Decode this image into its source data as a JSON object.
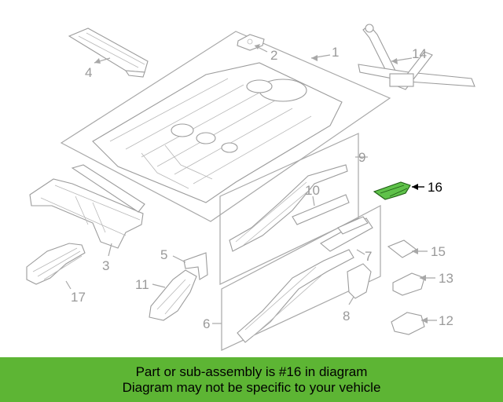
{
  "diagram": {
    "callouts": [
      {
        "id": "1",
        "label": "1"
      },
      {
        "id": "2",
        "label": "2"
      },
      {
        "id": "3",
        "label": "3"
      },
      {
        "id": "4",
        "label": "4"
      },
      {
        "id": "5",
        "label": "5"
      },
      {
        "id": "6",
        "label": "6"
      },
      {
        "id": "7",
        "label": "7"
      },
      {
        "id": "8",
        "label": "8"
      },
      {
        "id": "9",
        "label": "9"
      },
      {
        "id": "10",
        "label": "10"
      },
      {
        "id": "11",
        "label": "11"
      },
      {
        "id": "12",
        "label": "12"
      },
      {
        "id": "13",
        "label": "13"
      },
      {
        "id": "14",
        "label": "14"
      },
      {
        "id": "15",
        "label": "15"
      },
      {
        "id": "16",
        "label": "16"
      },
      {
        "id": "17",
        "label": "17"
      }
    ],
    "selected_part": "16",
    "highlight_color": "#5fc24a"
  },
  "banner": {
    "line1": "Part or sub-assembly is #16 in diagram",
    "line2": "Diagram may not be specific to your vehicle",
    "background_color": "#5db534"
  }
}
